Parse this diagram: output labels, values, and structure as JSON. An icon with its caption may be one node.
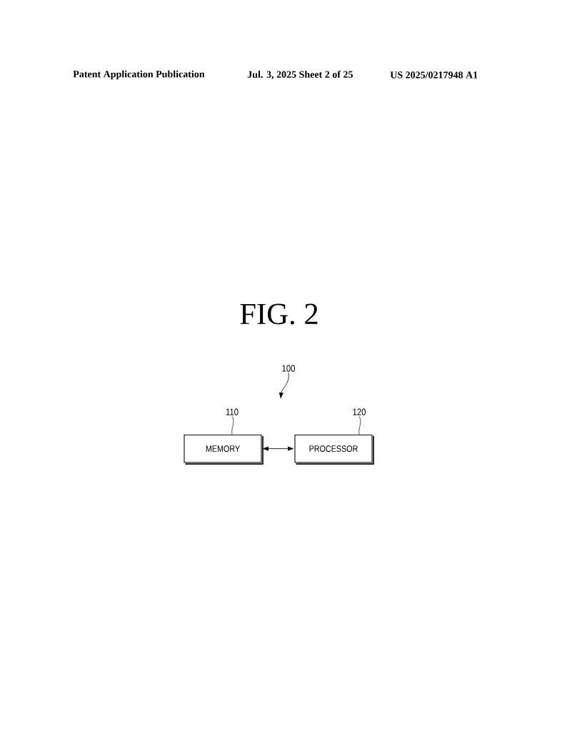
{
  "diagram": {
    "title": "FIG. 2",
    "nodes": [
      {
        "text": [
          "MEMORY"
        ]
      },
      {
        "text": [
          "PROCESSOR"
        ]
      },
      {
        "text": [
          "110"
        ]
      },
      {
        "text": [
          "120"
        ]
      },
      {
        "text": [
          "100"
        ]
      }
    ],
    "edges": [
      {
        "from": 0,
        "to": 1,
        "arrow": "both"
      },
      {
        "from": 2,
        "to": 0,
        "arrow": "none"
      },
      {
        "from": 3,
        "to": 1,
        "arrow": "none"
      },
      {
        "from": 4,
        "to": null,
        "arrow": "to"
      }
    ],
    "labels": [
      "Patent Application Publication",
      "Jul. 3, 2025 Sheet 2 of 25",
      "US 2025/0217948 A1"
    ]
  }
}
